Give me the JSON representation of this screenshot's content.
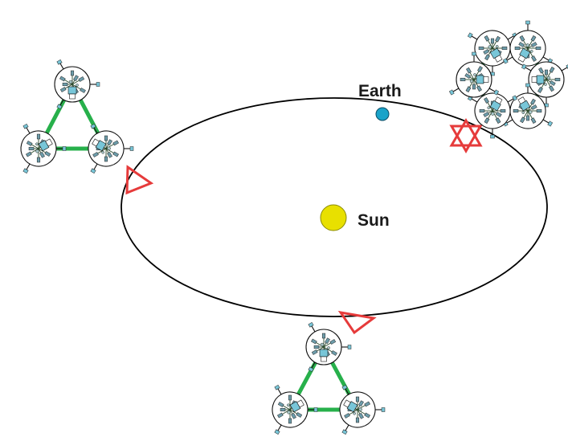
{
  "labels": {
    "earth": "Earth",
    "sun": "Sun"
  },
  "colors": {
    "orbit": "#000000",
    "sun_fill": "#e8e000",
    "earth_fill": "#1aa3c9",
    "marker": "#e63b3b",
    "link": "#27b04b",
    "thruster_accent": "#78c6d8"
  },
  "formations": [
    {
      "shape": "triangle",
      "spacecraft_count": 3,
      "position": "left"
    },
    {
      "shape": "hexagon",
      "spacecraft_count": 6,
      "position": "top-right"
    },
    {
      "shape": "triangle",
      "spacecraft_count": 3,
      "position": "bottom"
    }
  ],
  "orbit_markers": [
    {
      "shape": "triangle",
      "position": "left"
    },
    {
      "shape": "star-of-david",
      "position": "right"
    },
    {
      "shape": "triangle",
      "position": "bottom"
    }
  ]
}
